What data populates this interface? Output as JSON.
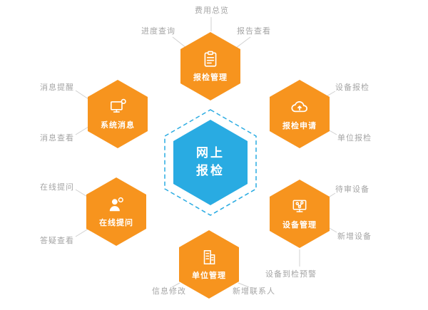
{
  "center": {
    "title_lines": [
      "网上",
      "报检"
    ]
  },
  "nodes": {
    "inspection_mgmt": {
      "label": "报检管理",
      "icon": "clipboard-icon"
    },
    "system_msg": {
      "label": "系统消息",
      "icon": "monitor-chat-icon"
    },
    "inspection_apply": {
      "label": "报检申请",
      "icon": "cloud-icon"
    },
    "online_question": {
      "label": "在线提问",
      "icon": "person-question-icon"
    },
    "device_mgmt": {
      "label": "设备管理",
      "icon": "network-monitor-icon"
    },
    "unit_mgmt": {
      "label": "单位管理",
      "icon": "building-icon"
    }
  },
  "satellites": {
    "fee_overview": "费用总览",
    "progress_query": "进度查询",
    "report_view": "报告查看",
    "device_inspection": "设备报检",
    "unit_inspection": "单位报检",
    "pending_devices": "待审设备",
    "new_device": "新增设备",
    "device_due_warning": "设备到检预警",
    "new_contact": "新增联系人",
    "info_modify": "信息修改",
    "online_ask": "在线提问",
    "qa_view": "答疑查看",
    "msg_reminder": "消息提醒",
    "msg_view": "消息查看"
  },
  "colors": {
    "orange": "#f7941e",
    "blue": "#29abe2",
    "gray_text": "#a5a5a5",
    "line": "#d0d0d0"
  }
}
